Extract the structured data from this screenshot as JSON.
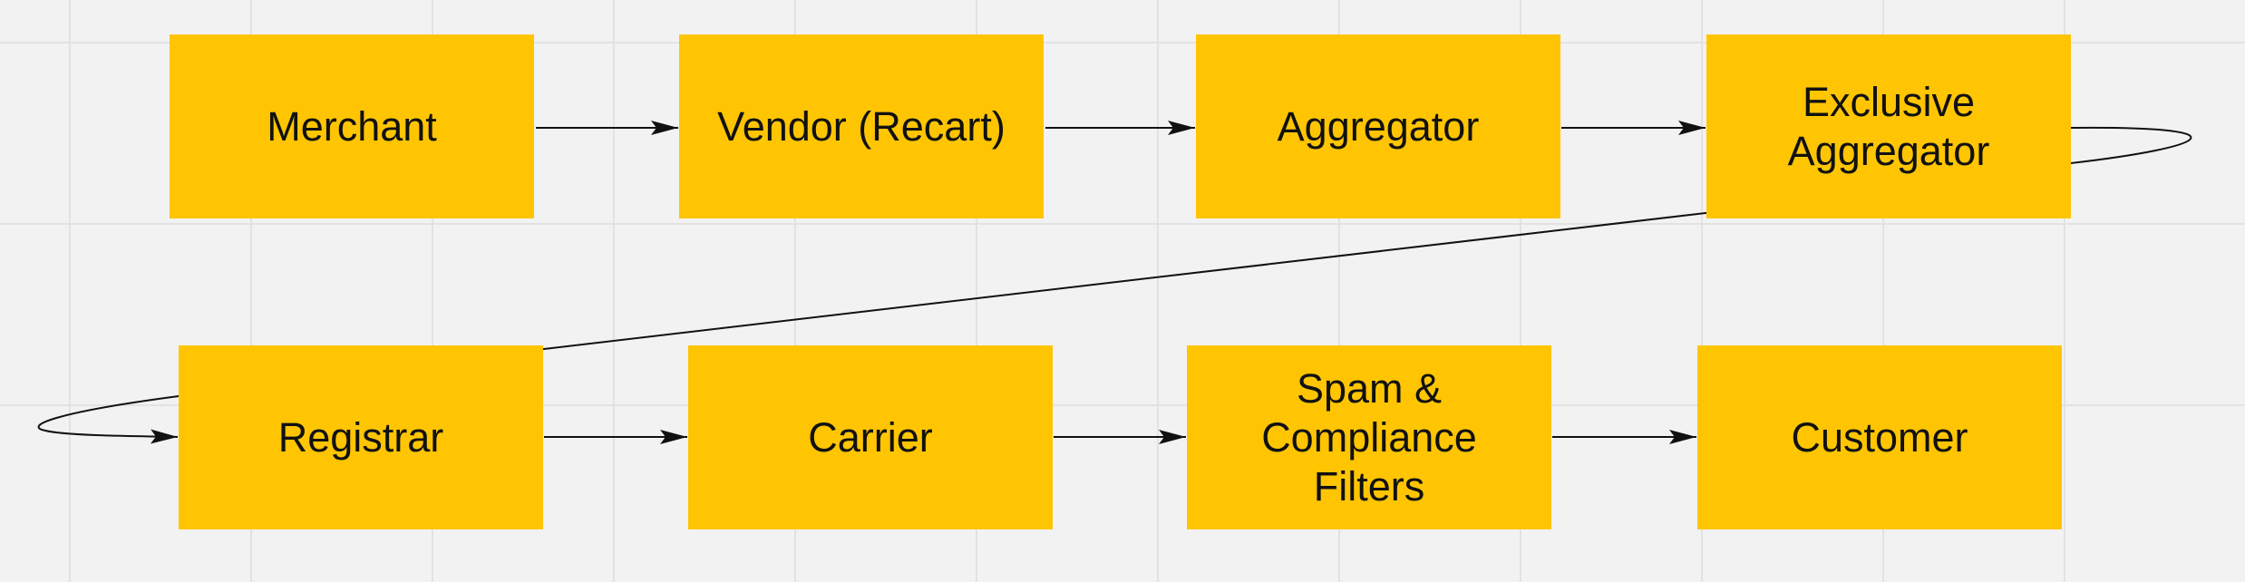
{
  "nodes": {
    "merchant": "Merchant",
    "vendor": "Vendor (Recart)",
    "aggregator": "Aggregator",
    "exclusive_aggregator": "Exclusive\nAggregator",
    "registrar": "Registrar",
    "carrier": "Carrier",
    "filters": "Spam &\nCompliance\nFilters",
    "customer": "Customer"
  },
  "colors": {
    "node_fill": "#ffc502",
    "edge_stroke": "#111111",
    "background": "#f2f2f2",
    "grid": "#e2e2e2"
  }
}
